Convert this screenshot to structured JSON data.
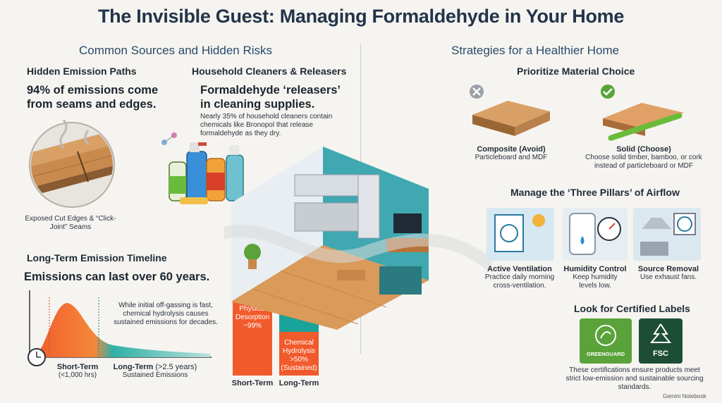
{
  "title": "The Invisible Guest: Managing Formaldehyde in Your Home",
  "left": {
    "heading": "Common Sources and Hidden Risks",
    "hidden": {
      "heading": "Hidden Emission Paths",
      "stat": "94% of emissions come from seams and edges.",
      "caption": "Exposed Cut Edges & “Click-Joint” Seams"
    },
    "cleaners": {
      "heading": "Household Cleaners & Releasers",
      "stat": "Formaldehyde ‘releasers’ in cleaning supplies.",
      "desc": "Nearly 35% of household cleaners contain chemicals like Bronopol that release formaldehyde as they dry."
    },
    "timeline": {
      "heading": "Long-Term Emission Timeline",
      "stat": "Emissions can last over 60 years.",
      "desc": "While initial off-gassing is fast, chemical hydrolysis causes sustained emissions for decades.",
      "short_label": "Short-Term",
      "short_sub": "(<1,000 hrs)",
      "long_label": "Long-Term",
      "long_sub": "(>2.5 years)",
      "long_sub2": "Sustained Emissions"
    },
    "bars": {
      "left_text": "Physical Desorption ~99%",
      "right_text": "Chemical Hydrolysis >50% (Sustained)",
      "left_label": "Short-Term",
      "right_label": "Long-Term"
    }
  },
  "right": {
    "heading": "Strategies for a Healthier Home",
    "material": {
      "heading": "Prioritize Material Choice",
      "avoid_title": "Composite (Avoid)",
      "avoid_desc": "Particleboard and MDF",
      "choose_title": "Solid (Choose)",
      "choose_desc": "Choose solid timber, bamboo, or cork instead of particleboard or MDF"
    },
    "airflow": {
      "heading": "Manage the ‘Three Pillars’ of Airflow",
      "items": [
        {
          "title": "Active Ventilation",
          "desc": "Practice daily morning cross-ventilation."
        },
        {
          "title": "Humidity Control",
          "desc": "Keep humidity levels low."
        },
        {
          "title": "Source Removal",
          "desc": "Use exhaust fans."
        }
      ]
    },
    "labels": {
      "heading": "Look for Certified Labels",
      "greenguard": "GREENGUARD",
      "fsc": "FSC",
      "desc": "These certifications ensure products meet strict low-emission and sustainable sourcing standards."
    }
  },
  "footer": "Gemini Notebook",
  "colors": {
    "orange": "#f15a2b",
    "teal": "#1aa39a",
    "navy": "#22344a",
    "green": "#5aa33a",
    "fscgreen": "#1e4d36"
  }
}
